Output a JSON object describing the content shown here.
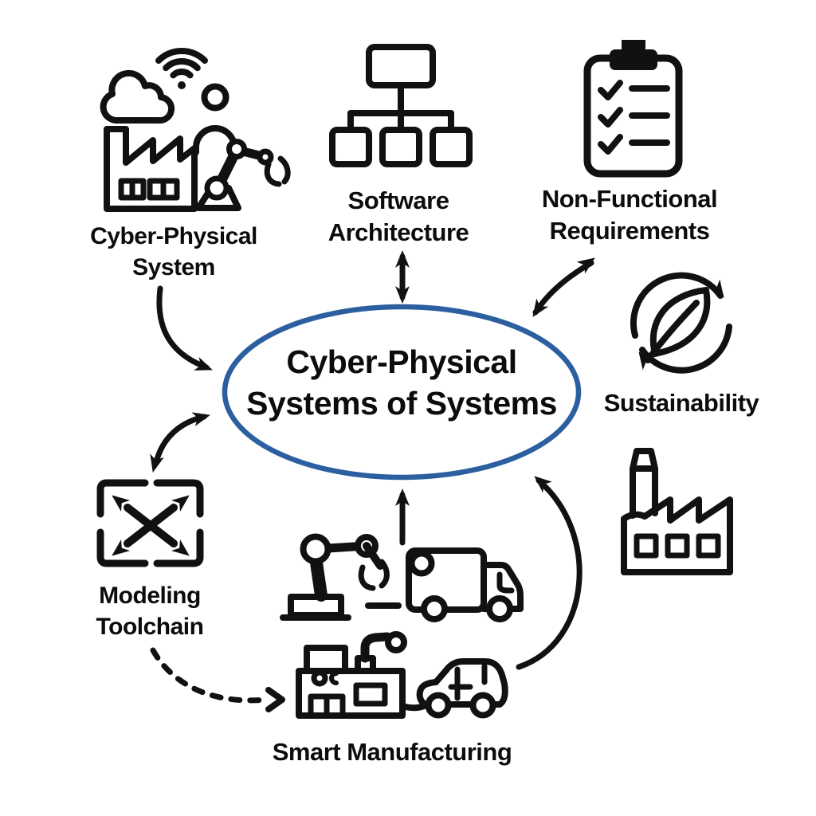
{
  "colors": {
    "ink": "#111111",
    "ellipse_border": "#2b5fa0",
    "background": "#ffffff"
  },
  "center_node": {
    "line1": "Cyber-Physical",
    "line2": "Systems of Systems"
  },
  "nodes": {
    "cyber_physical_system": {
      "line1": "Cyber-Physical",
      "line2": "System",
      "icon": "cloud-wifi-person-factory-robot-arm"
    },
    "software_architecture": {
      "line1": "Software",
      "line2": "Architecture",
      "icon": "hierarchy-boxes"
    },
    "non_functional_requirements": {
      "line1": "Non-Functional",
      "line2": "Requirements",
      "icon": "clipboard-checklist"
    },
    "sustainability": {
      "label": "Sustainability",
      "icon": "leaf-recycle-cycle"
    },
    "factory": {
      "icon": "factory-building"
    },
    "smart_manufacturing": {
      "label": "Smart Manufacturing",
      "icon": "robot-arm-truck-factory-car"
    },
    "modeling_toolchain": {
      "line1": "Modeling",
      "line2": "Toolchain",
      "icon": "expand-arrows-frame"
    }
  },
  "edges": [
    {
      "from": "cyber_physical_system",
      "to": "center",
      "style": "solid-curved",
      "direction": "one-way"
    },
    {
      "from": "software_architecture",
      "to": "center",
      "style": "solid-straight",
      "direction": "two-way"
    },
    {
      "from": "non_functional_requirements",
      "to": "center",
      "style": "solid-curved",
      "direction": "two-way"
    },
    {
      "from": "modeling_toolchain",
      "to": "center",
      "style": "solid-curved",
      "direction": "two-way"
    },
    {
      "from": "smart_manufacturing",
      "to": "center",
      "style": "solid-straight",
      "direction": "one-way"
    },
    {
      "from": "smart_manufacturing",
      "to": "center",
      "style": "solid-curved-right",
      "direction": "one-way"
    },
    {
      "from": "modeling_toolchain",
      "to": "smart_manufacturing",
      "style": "dashed-curved",
      "direction": "one-way"
    }
  ]
}
